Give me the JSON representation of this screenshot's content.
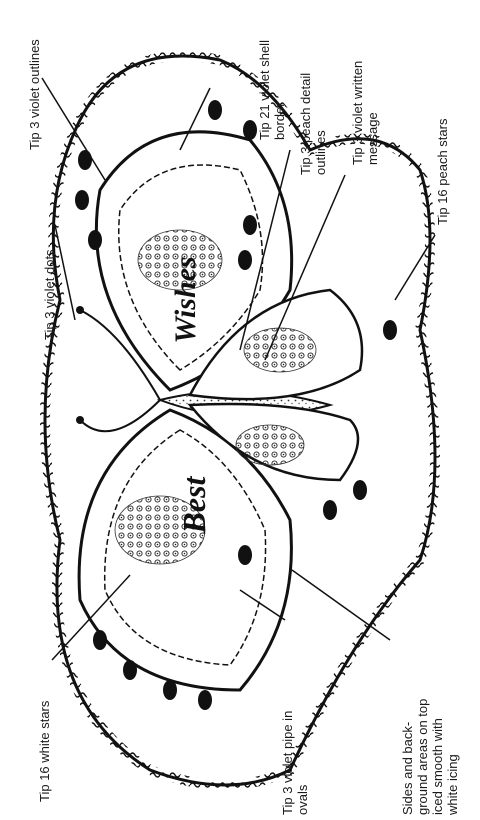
{
  "figure": {
    "cake_words": {
      "first": "Best",
      "second": "Wishes"
    },
    "callouts": {
      "white_stars": "Tip 16 white stars",
      "violet_ovals": [
        "Tip 3 violet pipe in",
        "ovals"
      ],
      "sides": [
        "Sides and back-",
        "ground areas on top",
        "iced smooth with",
        "white icing"
      ],
      "violet_dots": "Tip 3 violet dots",
      "violet_outlines": "Tip 3 violet outlines",
      "shell_border": [
        "Tip 21 violet shell",
        "border"
      ],
      "peach_outlines": [
        "Tip 3 peach detail",
        "outlines"
      ],
      "written_message": [
        "Tip 3 violet written",
        "message"
      ],
      "peach_stars": "Tip 16 peach stars"
    }
  }
}
